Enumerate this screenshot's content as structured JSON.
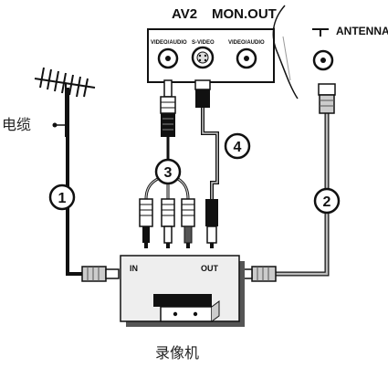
{
  "labels": {
    "av2": "AV2",
    "mon_out": "MON.OUT",
    "antenna": "ANTENNA",
    "video_audio_1": "VIDEO/AUDIO",
    "s_video": "S-VIDEO",
    "video_audio_2": "VIDEO/AUDIO",
    "cable": "电缆",
    "vcr": "录像机",
    "vcr_in": "IN",
    "vcr_out": "OUT"
  },
  "steps": [
    "1",
    "2",
    "3",
    "4"
  ],
  "icons": [
    "antenna-icon",
    "coax-jack-icon",
    "s-video-jack-icon",
    "rca-plug-icon",
    "vcr-icon"
  ]
}
